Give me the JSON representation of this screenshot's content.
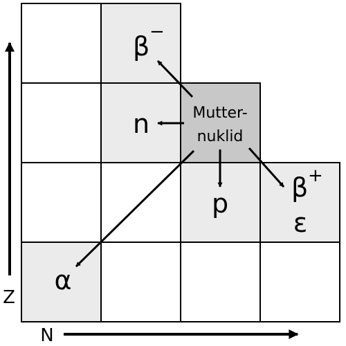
{
  "axes": {
    "z_label": "Z",
    "n_label": "N"
  },
  "parent": {
    "line1": "Mutter-",
    "line2": "nuklid"
  },
  "daughters": {
    "beta_minus": "β",
    "beta_minus_sup": "−",
    "neutron": "n",
    "proton": "p",
    "beta_plus": "β",
    "beta_plus_sup": "+",
    "epsilon": "ε",
    "alpha": "α"
  },
  "colors": {
    "empty": "#ffffff",
    "daughter": "#ebebeb",
    "parent": "#c8c8c8",
    "line": "#000000"
  }
}
